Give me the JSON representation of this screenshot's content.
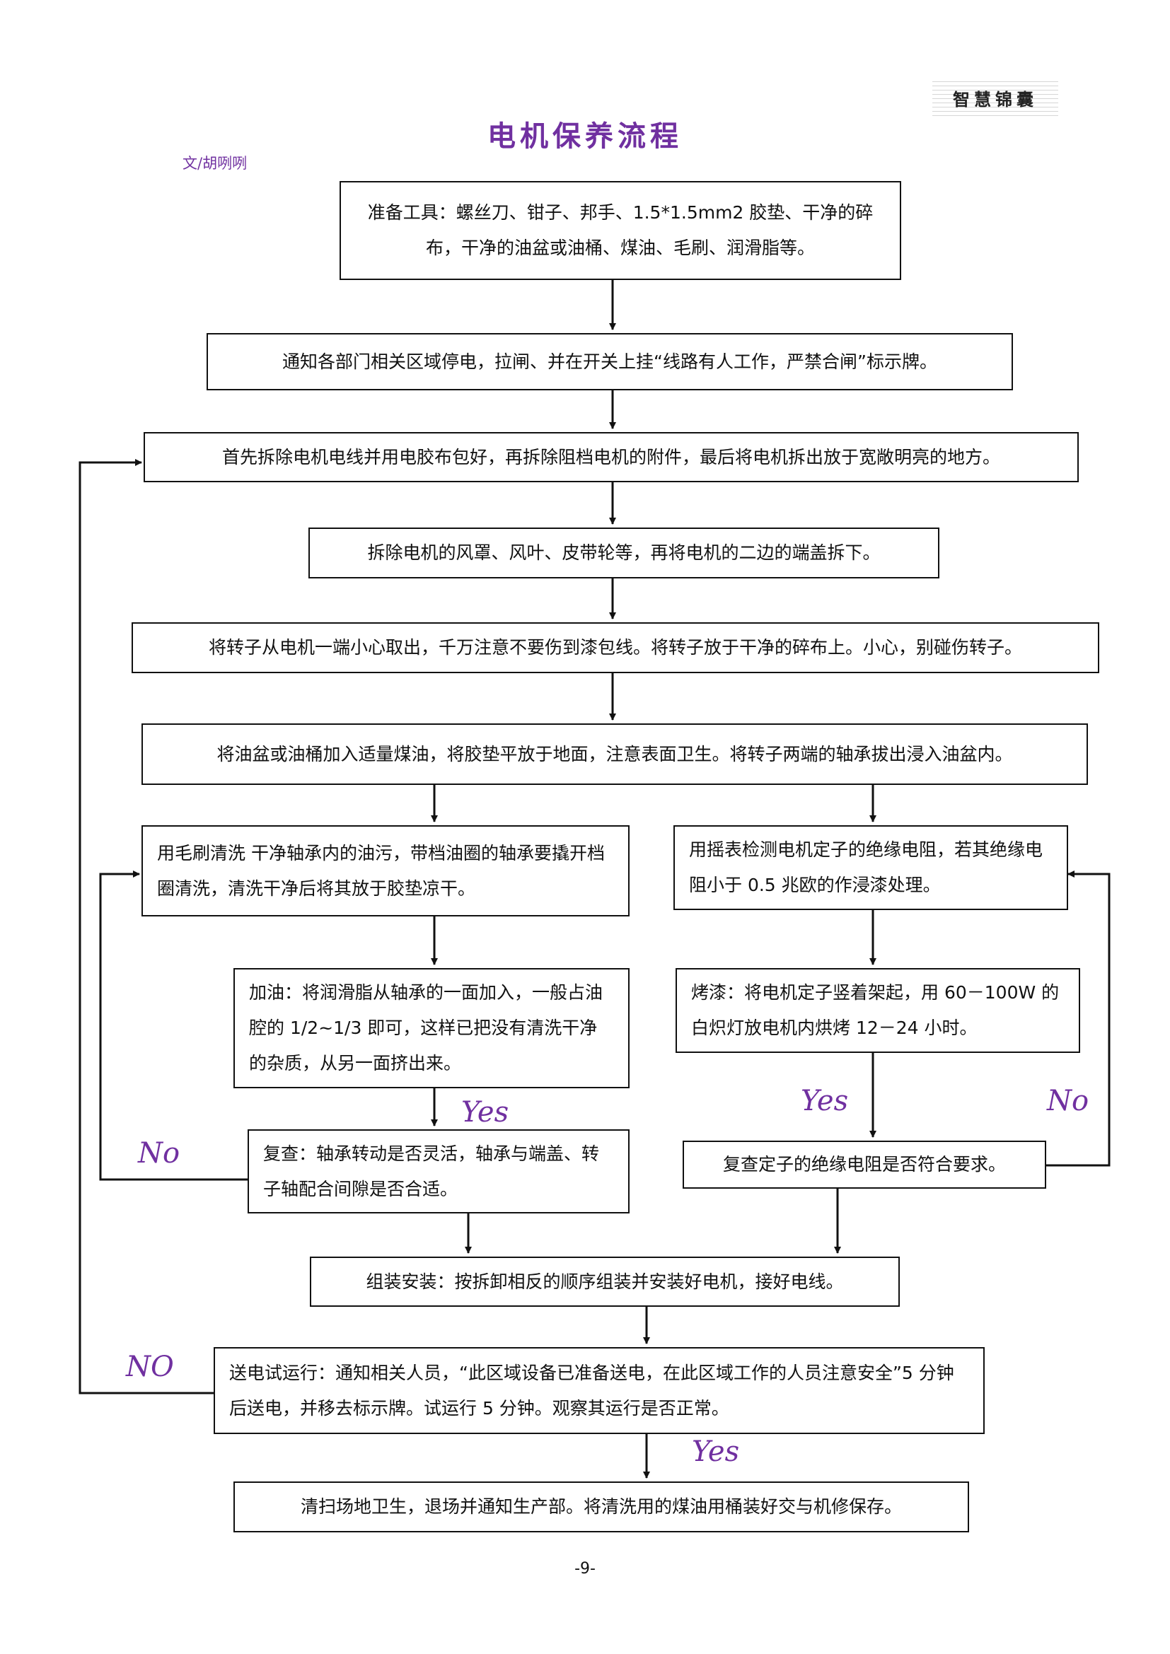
{
  "header": {
    "tag": "智慧锦囊"
  },
  "title": "电机保养流程",
  "author": "文/胡咧咧",
  "steps": {
    "prepare_tools": "准备工具：螺丝刀、钳子、邦手、1.5*1.5mm2 胶垫、干净的碎布，干净的油盆或油桶、煤油、毛刷、润滑脂等。",
    "power_off": "通知各部门相关区域停电，拉闸、并在开关上挂“线路有人工作，严禁合闸”标示牌。",
    "remove_motor": "首先拆除电机电线并用电胶布包好，再拆除阻档电机的附件，最后将电机拆出放于宽敞明亮的地方。",
    "remove_covers": "拆除电机的风罩、风叶、皮带轮等，再将电机的二边的端盖拆下。",
    "remove_rotor": "将转子从电机一端小心取出，千万注意不要伤到漆包线。将转子放于干净的碎布上。小心，别碰伤转子。",
    "soak_bearings": "将油盆或油桶加入适量煤油，将胶垫平放于地面，注意表面卫生。将转子两端的轴承拔出浸入油盆内。",
    "clean_bearings": "用毛刷清洗  干净轴承内的油污，带档油圈的轴承要撬开档圈清洗，清洗干净后将其放于胶垫凉干。",
    "check_insulation": "用摇表检测电机定子的绝缘电阻，若其绝缘电阻小于 0.5 兆欧的作浸漆处理。",
    "add_grease": "加油：将润滑脂从轴承的一面加入，一般占油腔的 1/2~1/3 即可，这样已把没有清洗干净的杂质，从另一面挤出来。",
    "bake_varnish": "烤漆：将电机定子竖着架起，用 60－100W 的白炽灯放电机内烘烤 12－24 小时。",
    "recheck_bearing": "复查：轴承转动是否灵活，轴承与端盖、转子轴配合间隙是否合适。",
    "recheck_insulation": "复查定子的绝缘电阻是否符合要求。",
    "assemble": "组装安装：按拆卸相反的顺序组装并安装好电机，接好电线。",
    "test_run": "送电试运行：通知相关人员，“此区域设备已准备送电，在此区域工作的人员注意安全”5 分钟后送电，并移去标示牌。试运行 5 分钟。观察其运行是否正常。",
    "cleanup": "清扫场地卫生，退场并通知生产部。将清洗用的煤油用桶装好交与机修保存。"
  },
  "labels": {
    "bearing_yes": "Yes",
    "bearing_no": "No",
    "stator_yes": "Yes",
    "stator_no": "No",
    "test_no": "NO",
    "test_yes": "Yes"
  },
  "page_number": "-9-"
}
